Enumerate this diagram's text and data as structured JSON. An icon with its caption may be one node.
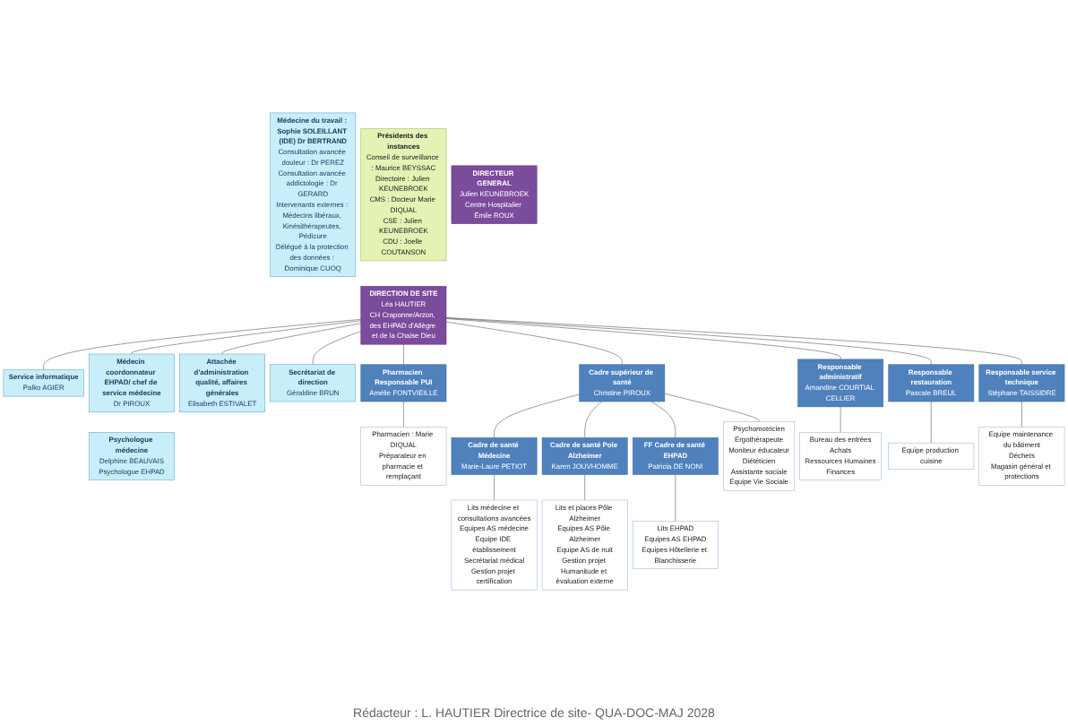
{
  "diagram": {
    "caption": "Rédacteur : L. HAUTIER Directrice de site- QUA-DOC-MAJ 2028",
    "nodes": [
      {
        "text": [
          "Médecine du travail : Sophie SOLEILLANT (IDE) Dr BERTRAND",
          "Consultation avancée douleur : Dr PEREZ",
          "Consultation avancée addictologie : Dr GERARD",
          "Intervenants externes : Médecins libéraux, Kinésithérapeutes, Pédicure",
          "Délégué à la protection des données : Dominique CUOQ"
        ]
      },
      {
        "text": [
          "Présidents des instances",
          "Conseil de surveillance : Maurice BEYSSAC",
          "Directoire : Julien KEUNEBROEK",
          "CMS : Docteur Marie DIQUAL",
          "CSE : Julien KEUNEBROEK",
          "CDU : Joelle COUTANSON"
        ]
      },
      {
        "text": [
          "DIRECTEUR GENERAL",
          "Julien KEUNEBROEK",
          "Centre Hospitalier Émile ROUX"
        ]
      },
      {
        "text": [
          "DIRECTION DE SITE",
          "Léa HAUTIER",
          "CH Craponne/Arzon, des EHPAD d'Allègre et de la Chaise Dieu"
        ]
      },
      {
        "text": [
          "Service informatique",
          "Palko AGIER"
        ]
      },
      {
        "text": [
          "Médecin coordonnateur EHPAD/ chef de service médecine",
          "Dr PIROUX"
        ]
      },
      {
        "text": [
          "Attachée d'administration qualité, affaires générales",
          "Elisabeth ESTIVALET"
        ]
      },
      {
        "text": [
          "Psychologue médecine",
          "Delphine BEAUVAIS",
          "Psychologue EHPAD"
        ]
      },
      {
        "text": [
          "Secrétariat de direction",
          "Géraldine BRUN"
        ]
      },
      {
        "text": [
          "Cadre supérieur de santé",
          "Christine PIROUX"
        ]
      },
      {
        "text": [
          "Pharmacien Responsable PUI",
          "Amélie FONTVIEILLE"
        ]
      },
      {
        "text": [
          "Pharmacien : Marie DIQUAL",
          "Préparateur en pharmacie et remplaçant"
        ]
      },
      {
        "text": [
          "Cadre de santé Médecine",
          "Marie-Laure PETIOT"
        ]
      },
      {
        "text": [
          "Cadre de santé Pole Alzheimer",
          "Karen JOUVHOMME"
        ]
      },
      {
        "text": [
          "FF Cadre de santé EHPAD",
          "Patricia DE NONI"
        ]
      },
      {
        "text": [
          "Lits médecine et consultations avancées",
          "Equipes AS médecine",
          "Equipe IDE établissement",
          "Secrétariat médical",
          "Gestion projet certification"
        ]
      },
      {
        "text": [
          "Lits et places Pôle Alzheimer",
          "Equipes AS Pôle Alzheimer",
          "Equipe AS de nuit",
          "Gestion projet Humanitude et évaluation externe"
        ]
      },
      {
        "text": [
          "Lits EHPAD",
          "Equipes AS EHPAD",
          "Equipes Hôtellerie et Blanchisserie"
        ]
      },
      {
        "text": [
          "Psychomotricien",
          "Ergothérapeute",
          "Moniteur éducateur",
          "Diététicien",
          "Assistante sociale",
          "Equipe Vie Sociale"
        ]
      },
      {
        "text": [
          "Responsable administratif",
          "Amandine COURTIAL CELLIER"
        ]
      },
      {
        "text": [
          "Responsable restauration",
          "Pascale BREUL"
        ]
      },
      {
        "text": [
          "Responsable service technique",
          "Stéphane TAISSIDRE"
        ]
      },
      {
        "text": [
          "Bureau des entrées",
          "Achats",
          "Ressources Humaines",
          "Finances"
        ]
      },
      {
        "text": [
          "Equipe production cuisine"
        ]
      },
      {
        "text": [
          "Equipe maintenance du bâtiment",
          "Déchets",
          "Magasin général et protections"
        ]
      }
    ],
    "edges": [
      {
        "from": 3,
        "to": 4,
        "arrow": "none"
      },
      {
        "from": 3,
        "to": 5,
        "arrow": "none"
      },
      {
        "from": 3,
        "to": 6,
        "arrow": "none"
      },
      {
        "from": 3,
        "to": 8,
        "arrow": "none"
      },
      {
        "from": 3,
        "to": 9,
        "arrow": "none"
      },
      {
        "from": 3,
        "to": 10,
        "arrow": "none"
      },
      {
        "from": 10,
        "to": 11,
        "arrow": "none"
      },
      {
        "from": 9,
        "to": 12,
        "arrow": "none"
      },
      {
        "from": 9,
        "to": 13,
        "arrow": "none"
      },
      {
        "from": 9,
        "to": 14,
        "arrow": "none"
      },
      {
        "from": 9,
        "to": 18,
        "arrow": "none"
      },
      {
        "from": 12,
        "to": 15,
        "arrow": "none"
      },
      {
        "from": 13,
        "to": 16,
        "arrow": "none"
      },
      {
        "from": 14,
        "to": 17,
        "arrow": "none"
      },
      {
        "from": 3,
        "to": 19,
        "arrow": "none"
      },
      {
        "from": 3,
        "to": 20,
        "arrow": "none"
      },
      {
        "from": 3,
        "to": 21,
        "arrow": "none"
      },
      {
        "from": 19,
        "to": 22,
        "arrow": "none"
      },
      {
        "from": 20,
        "to": 23,
        "arrow": "none"
      },
      {
        "from": 21,
        "to": 24,
        "arrow": "none"
      }
    ]
  }
}
